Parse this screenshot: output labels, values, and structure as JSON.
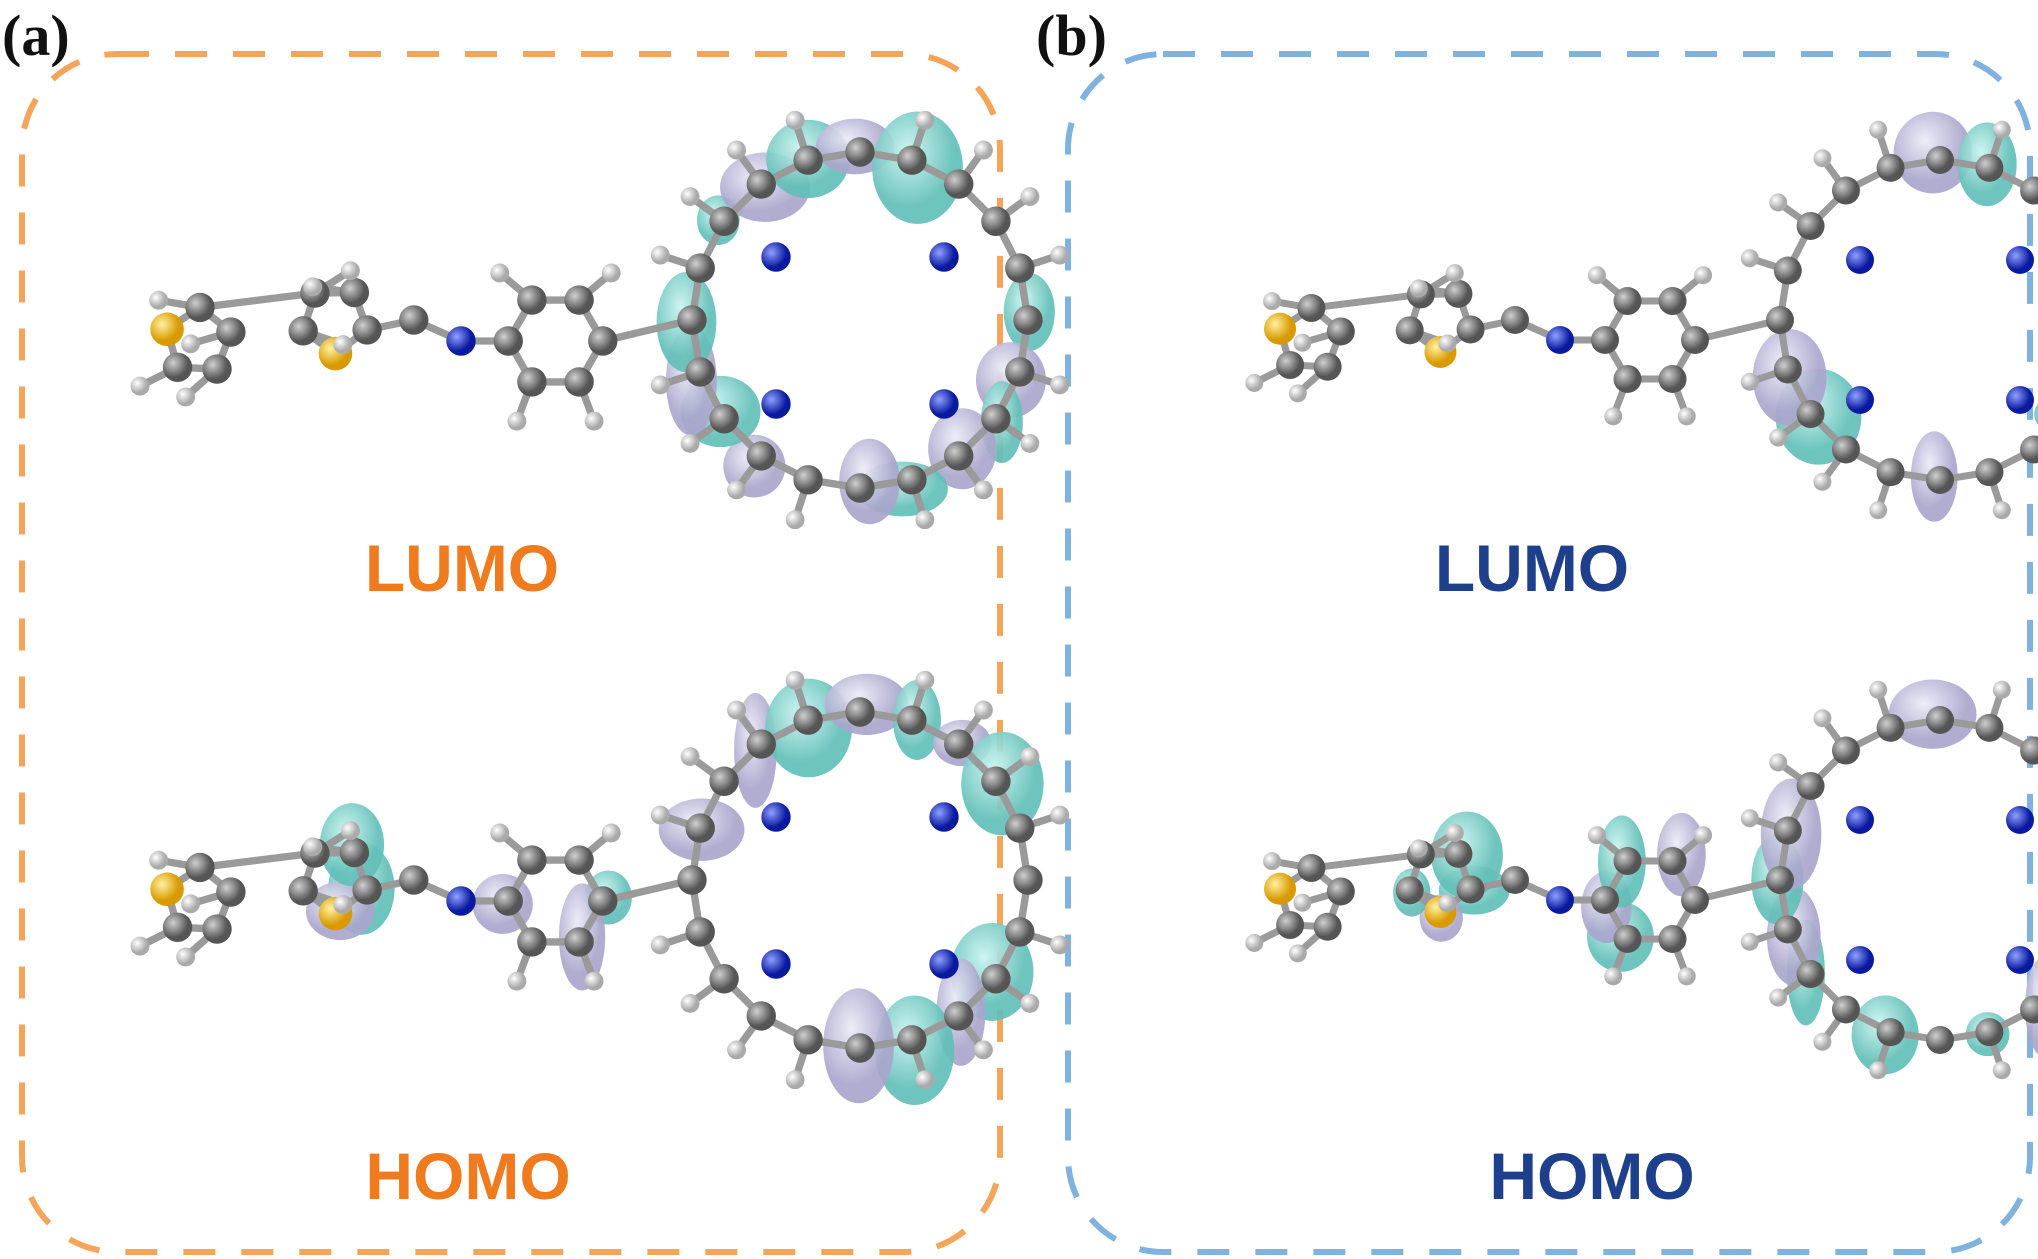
{
  "panels": [
    {
      "label": "(a)",
      "lumo_label": "LUMO",
      "homo_label": "HOMO",
      "label_color": "#f07a1e",
      "border_color": "#f5a55a"
    },
    {
      "label": "(b)",
      "lumo_label": "LUMO",
      "homo_label": "HOMO",
      "label_color": "#1d3f8c",
      "border_color": "#80b2df"
    }
  ],
  "colors": {
    "lobe_positive": "#c9c7e2",
    "lobe_negative": "#8fdcd5",
    "carbon": "#6e6e6e",
    "hydrogen": "#f2f2f2",
    "sulfur": "#e8b400",
    "nitrogen": "#1b2fc9"
  }
}
